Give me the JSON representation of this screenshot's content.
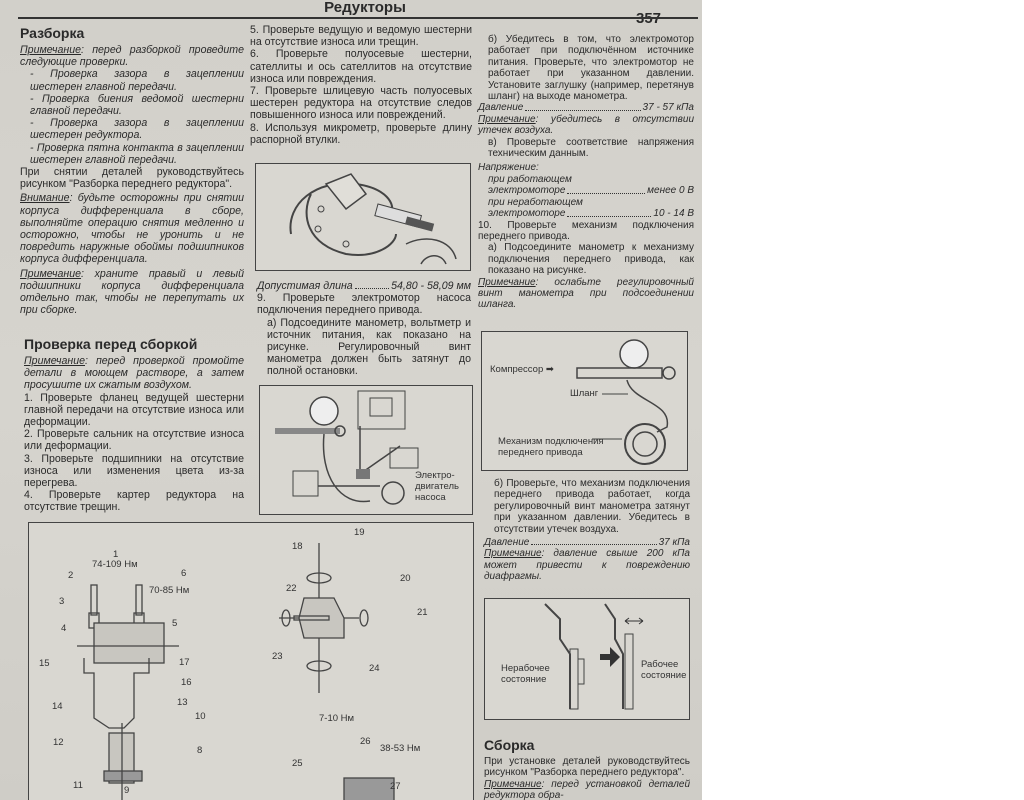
{
  "header": {
    "title": "Редукторы",
    "page_number": "357"
  },
  "col1": {
    "heading1": "Разборка",
    "note1_label": "Примечание",
    "note1_text": ": перед разборкой проведите следующие проверки.",
    "checks": [
      "- Проверка зазора в зацеплении шестерен главной передачи.",
      "- Проверка биения ведомой шестерни главной передачи.",
      "- Проверка зазора в зацеплении шестерен редуктора.",
      "- Проверка пятна контакта в зацеплении шестерен главной передачи."
    ],
    "para1": "При снятии деталей руководствуйтесь рисунком \"Разборка переднего редуктора\".",
    "warn_label": "Внимание",
    "warn_text": ": будьте осторожны при снятии корпуса дифференциала в сборе, выполняйте операцию снятия медленно и осторожно, чтобы не уронить и не повредить наружные обоймы подшипников корпуса дифференциала.",
    "note2_label": "Примечание",
    "note2_text": ": храните правый и левый подшипники корпуса дифференциала отдельно так, чтобы не перепутать их при сборке.",
    "heading2": "Проверка перед сборкой",
    "note3_label": "Примечание",
    "note3_text": ": перед проверкой промойте детали в моющем растворе, а затем просушите их сжатым воздухом.",
    "items": [
      "1. Проверьте фланец ведущей шестерни главной передачи на отсутствие износа или деформации.",
      "2. Проверьте сальник на отсутствие износа или деформации.",
      "3. Проверьте подшипники на отсутствие износа или изменения цвета из-за перегрева.",
      "4. Проверьте картер редуктора на отсутствие трещин."
    ]
  },
  "col2": {
    "items": [
      "5. Проверьте ведущую и ведомую шестерни на отсутствие износа или трещин.",
      "6. Проверьте полуосевые шестерни, сателлиты и ось сателлитов на отсутствие износа или повреждения.",
      "7. Проверьте шлицевую часть полуосевых шестерен редуктора на отсутствие следов повышенного износа или повреждений.",
      "8. Используя микрометр, проверьте длину распорной втулки."
    ],
    "spec_label": "Допустимая длина",
    "spec_value": "54,80 - 58,09 мм",
    "item9": "9. Проверьте электромотор насоса подключения переднего привода.",
    "item9a": "а) Подсоедините манометр, вольтметр и источник питания, как показано на рисунке. Регулировочный винт манометра должен быть затянут до полной остановки.",
    "pump_fig_label": [
      "Электро-",
      "двигатель",
      "насоса"
    ]
  },
  "col3": {
    "item9b": "б) Убедитесь в том, что электромотор работает при подключённом источнике питания. Проверьте, что электромотор не работает при указанном давлении. Установите заглушку (например, перетянув шланг) на выходе манометра.",
    "pressure1_label": "Давление",
    "pressure1_value": "37 - 57 кПа",
    "note1_label": "Примечание",
    "note1_text": ": убедитесь в отсутствии утечек воздуха.",
    "item9v": "в) Проверьте соответствие напряжения техническим данным.",
    "voltage_label": "Напряжение:",
    "voltage_rows": [
      {
        "label1": "при работающем",
        "label2": "электромоторе",
        "value": "менее 0 В"
      },
      {
        "label1": "при неработающем",
        "label2": "электромоторе",
        "value": "10 - 14 В"
      }
    ],
    "item10": "10. Проверьте механизм подключения переднего привода.",
    "item10a": "а) Подсоедините манометр к механизму подключения переднего привода, как показано на рисунке.",
    "note2_label": "Примечание",
    "note2_text": ": ослабьте регулировочный винт манометра при подсоединении шланга.",
    "compressor_fig": {
      "compressor": "Компрессор",
      "hose": "Шланг",
      "mechanism": [
        "Механизм подключения",
        "переднего привода"
      ]
    },
    "item10b": "б) Проверьте, что механизм подключения переднего привода работает, когда регулировочный винт манометра затянут при указанном давлении. Убедитесь в отсутствии утечек воздуха.",
    "pressure2_label": "Давление",
    "pressure2_value": "37 кПа",
    "note3_label": "Примечание",
    "note3_text": ": давление свыше 200 кПа может привести к повреждению диафрагмы.",
    "clutch_fig": {
      "inactive": [
        "Нерабочее",
        "состояние"
      ],
      "active": [
        "Рабочее",
        "состояние"
      ]
    },
    "heading": "Сборка",
    "para": "При установке деталей руководствуйтесь рисунком \"Разборка переднего редуктора\".",
    "note4_label": "Примечание",
    "note4_text": ": перед установкой деталей редуктора обра-"
  },
  "exploded": {
    "torques": [
      "74-109 Нм",
      "70-85 Нм",
      "7-10 Нм",
      "38-53 Нм"
    ],
    "callouts": [
      "1",
      "2",
      "3",
      "4",
      "5",
      "6",
      "8",
      "9",
      "10",
      "11",
      "12",
      "13",
      "14",
      "15",
      "16",
      "17",
      "18",
      "19",
      "20",
      "21",
      "22",
      "23",
      "24",
      "25",
      "26",
      "27"
    ]
  }
}
